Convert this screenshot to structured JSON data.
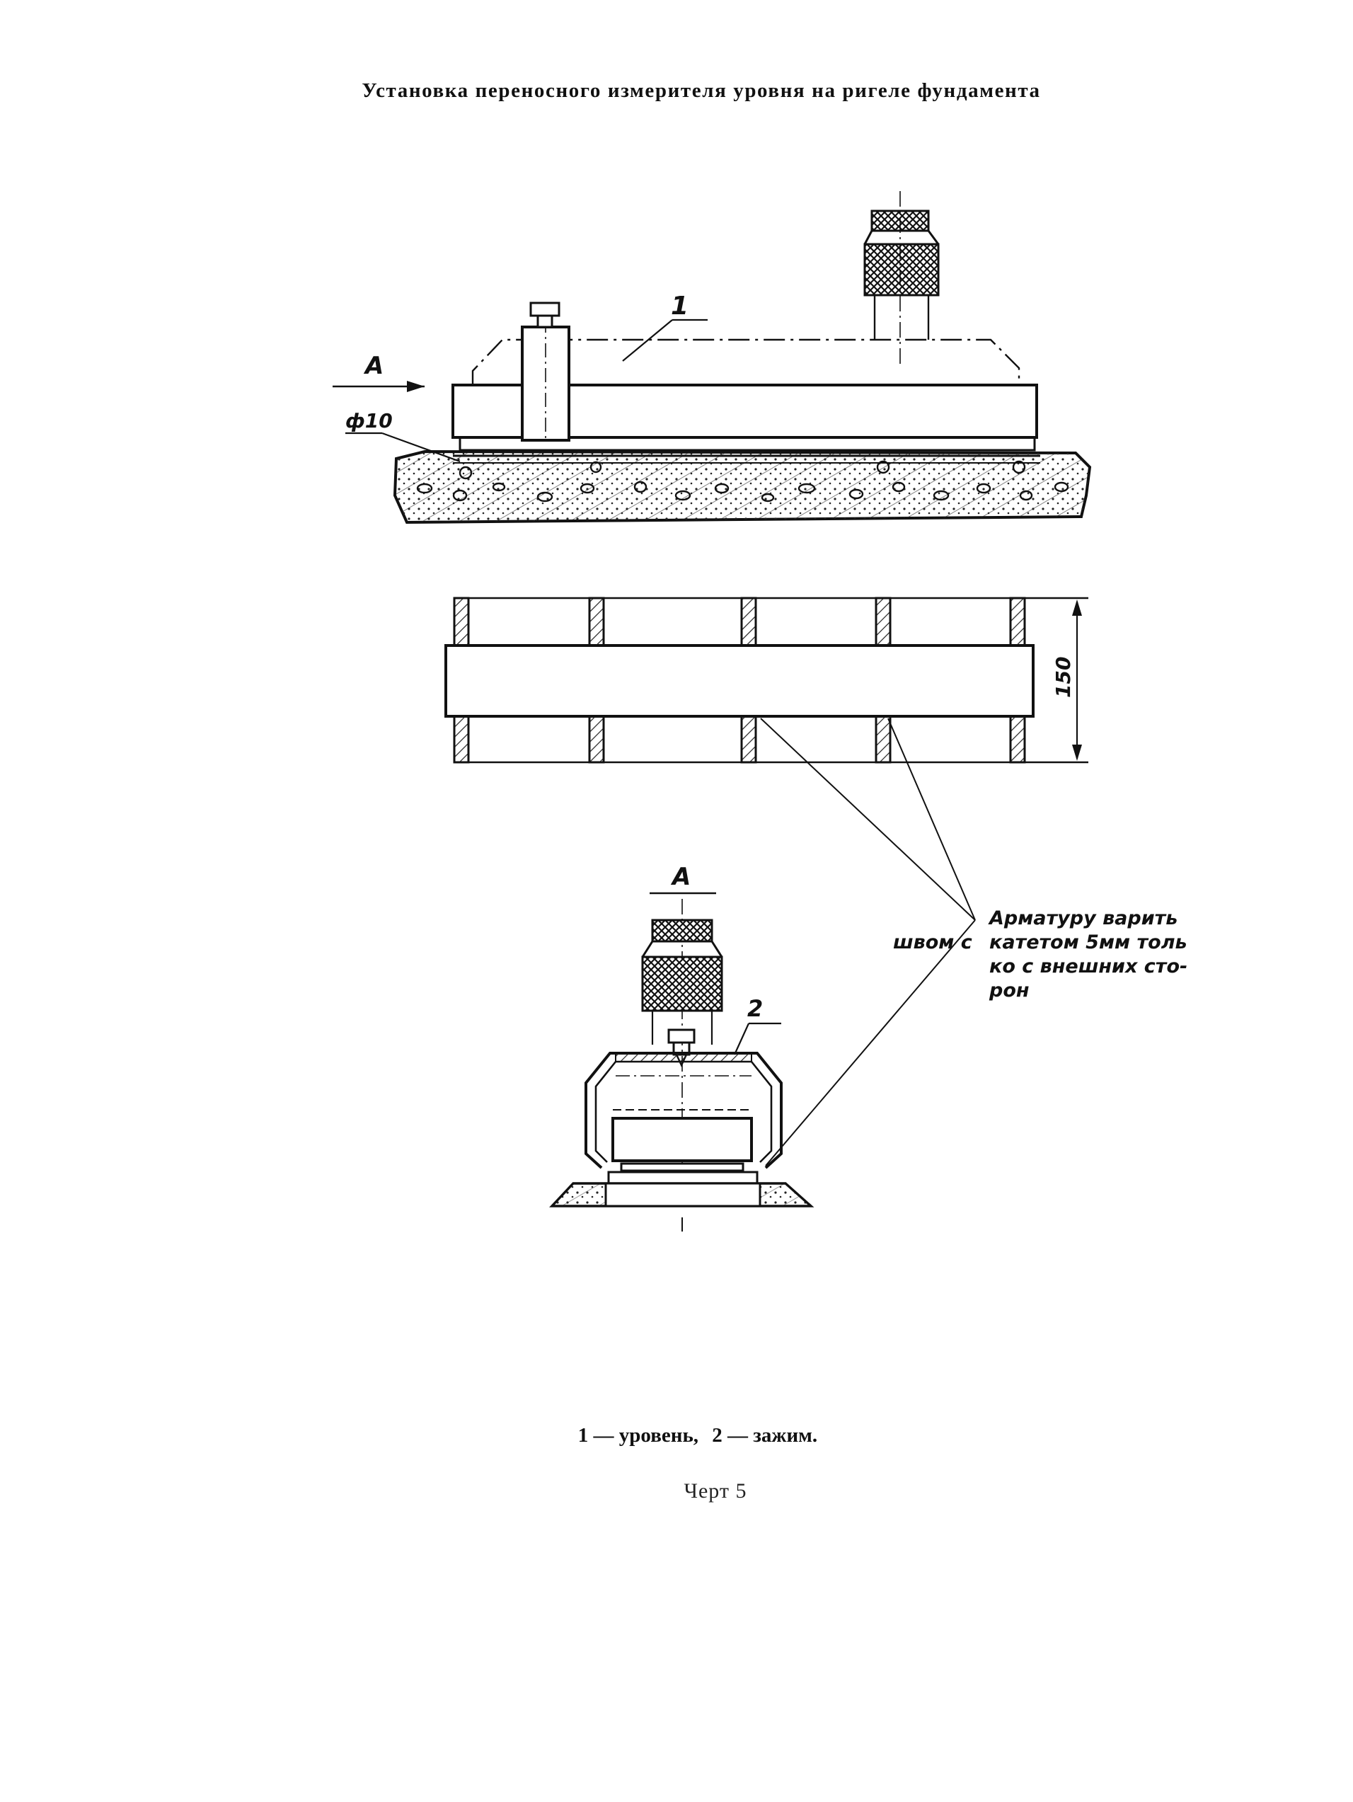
{
  "document": {
    "title": "Установка переносного измерителя уровня на ригеле фундамента",
    "caption": {
      "item1": "1 — уровень,",
      "item2": "2 — зажим."
    },
    "figure_label": "Черт 5"
  },
  "drawing_labels": {
    "view_arrow_side": "А",
    "view_section": "А",
    "diameter": "ф10",
    "part_1": "1",
    "part_2": "2",
    "dimension_150": "150",
    "weld_note": {
      "line1": "Арматуру варить",
      "line2_prefix": "швом с",
      "line2": "катетом 5мм толь",
      "line3": "ко с внешних сто-",
      "line4": "рон"
    }
  }
}
